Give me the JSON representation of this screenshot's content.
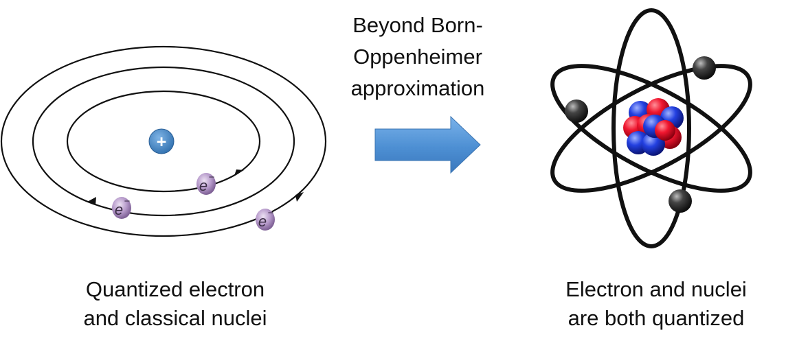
{
  "left_panel": {
    "nucleus_symbol": "+",
    "electron_symbol": "e",
    "electron_charge": "−",
    "caption": [
      "Quantized electron",
      "and classical nuclei"
    ]
  },
  "arrow": {
    "label": [
      "Beyond Born-",
      "Oppenheimer",
      "approximation"
    ]
  },
  "right_panel": {
    "caption": [
      "Electron and nuclei",
      "are both quantized"
    ]
  },
  "colors": {
    "orbit_line": "#111111",
    "nucleus_classical": "#3d84c6",
    "electron_purple": "#a98bbd",
    "arrow_fill": "#4f90d4",
    "proton_red": "#e8102a",
    "neutron_blue": "#1f3bd6",
    "electron_dark": "#2b2b2b"
  }
}
